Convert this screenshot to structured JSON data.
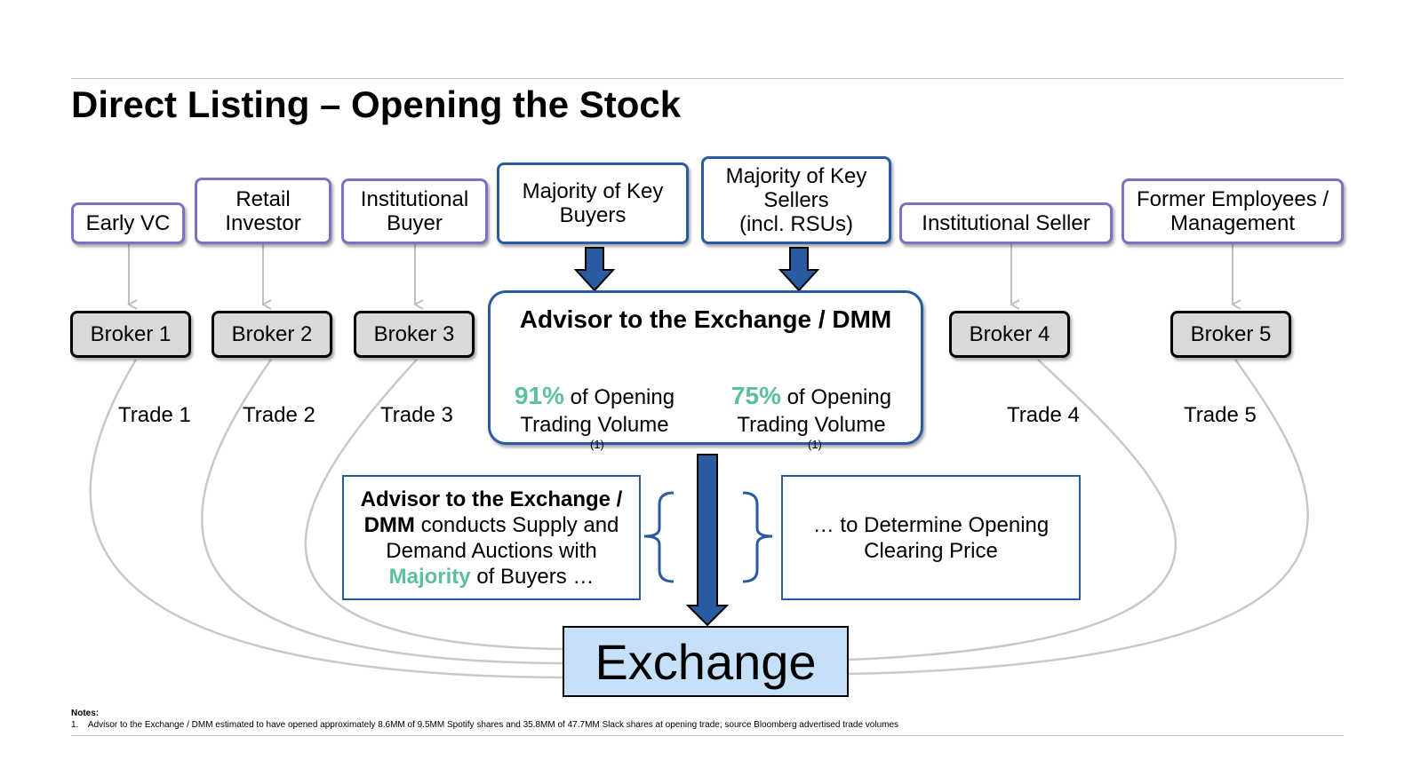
{
  "title": "Direct Listing – Opening the Stock",
  "parties": {
    "early_vc": "Early VC",
    "retail_investor": "Retail Investor",
    "institutional_buyer": "Institutional Buyer",
    "key_buyers": "Majority of Key Buyers",
    "key_sellers_line1": "Majority of Key Sellers",
    "key_sellers_line2": "(incl. RSUs)",
    "institutional_seller": "Institutional Seller",
    "former_employees": "Former Employees / Management"
  },
  "brokers": [
    "Broker 1",
    "Broker 2",
    "Broker 3",
    "Broker 4",
    "Broker 5"
  ],
  "trades": [
    "Trade 1",
    "Trade 2",
    "Trade 3",
    "Trade 4",
    "Trade 5"
  ],
  "advisor": {
    "title": "Advisor to the Exchange / DMM",
    "stat_left_pct": "91%",
    "stat_right_pct": "75%",
    "stat_text_a": "of Opening",
    "stat_text_b": "Trading Volume",
    "footnote_ref": "(1)"
  },
  "auction_box": {
    "bold": "Advisor to the Exchange / DMM",
    "text": "conducts Supply and Demand Auctions with",
    "highlight": "Majority",
    "tail": "of Buyers …"
  },
  "price_box": "… to Determine Opening Clearing Price",
  "exchange": "Exchange",
  "notes": {
    "heading": "Notes:",
    "item_number": "1.",
    "item_text": "Advisor to the Exchange / DMM estimated to have opened approximately 8.6MM of 9.5MM Spotify shares and 35.8MM of 47.7MM Slack shares at opening trade; source Bloomberg advertised trade volumes"
  },
  "colors": {
    "party_border": "#7b73c2",
    "key_border": "#2a5a9f",
    "arrow_fill": "#2a5a9f",
    "highlight_green": "#5cbf9f",
    "exchange_fill": "#c6e0f9",
    "broker_fill": "#d9d9d9"
  }
}
